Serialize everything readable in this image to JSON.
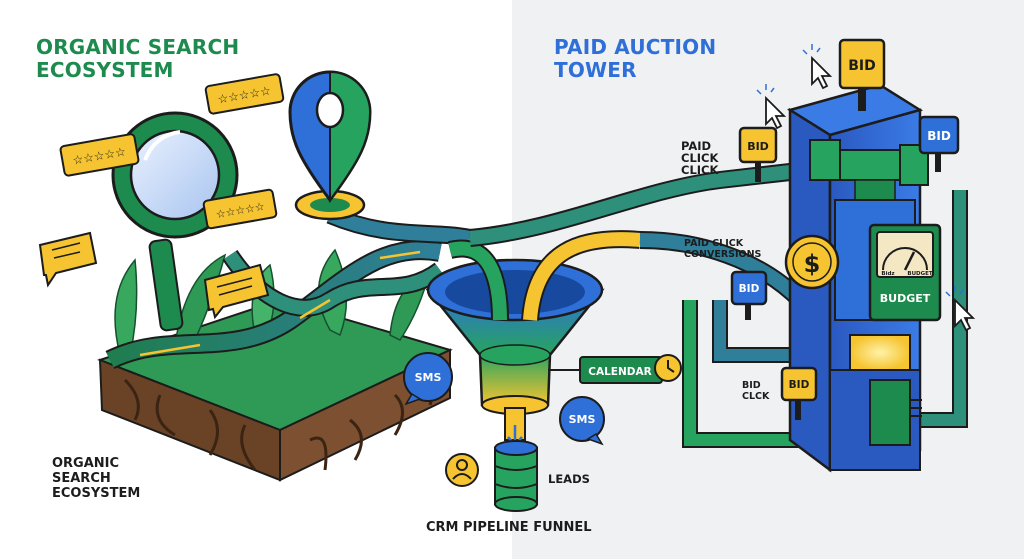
{
  "organic": {
    "title": "ORGANIC SEARCH\nECOSYSTEM",
    "caption": "ORGANIC\nSEARCH\nECOSYSTEM",
    "review_stars": "☆☆☆☆☆"
  },
  "paid": {
    "title": "PAID AUCTION\nTOWER",
    "paid_click": "PAID\nCLICK\nCLICK",
    "paid_click_conversions": "PAID CLICK\nCONVERSIONS",
    "bid_click": "BID\nCLCK",
    "bid_tag": "BID",
    "budget_sign": "BUDGET",
    "gauge_left": "Bidz",
    "gauge_right": "BUDGET"
  },
  "funnel": {
    "caption": "CRM PIPELINE FUNNEL",
    "calendar": "CALENDAR",
    "sms": "SMS",
    "leads": "LEADS"
  },
  "colors": {
    "organic_green": "#1d8a4e",
    "paid_blue": "#2f6fd8",
    "bid_yellow": "#f5c430",
    "pipe_teal": "#2e8f7a"
  }
}
